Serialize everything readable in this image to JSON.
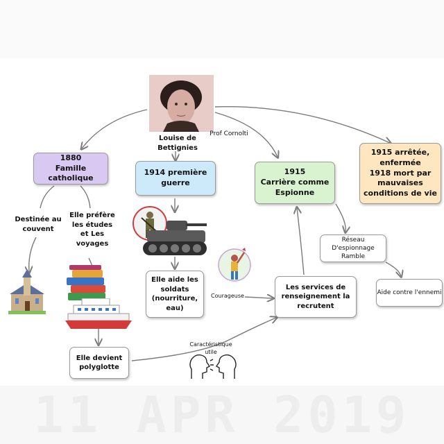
{
  "colors": {
    "node_purple": "#d9c8f2",
    "node_blue": "#cdeafa",
    "node_green": "#d9f2d0",
    "node_orange": "#fde6c0",
    "arrow": "#7a7a7a"
  },
  "portrait": {
    "icon": "portrait-photo-icon",
    "caption": "Prof Cornolti"
  },
  "center_label": "Louise de\nBettignies",
  "nodes": {
    "n1880": "1880\nFamille catholique",
    "n1914": "1914 première\nguerre",
    "n1915": "1915\nCarrière comme\nEspionne",
    "n1915b": "1915 arrêtée,\nenfermée\n1918 mort par\nmauvaises\nconditions de vie",
    "reseau": "Réseau D'espionnage\nRamble",
    "aide_ennemi": "Aide contre l'ennemi",
    "aide_soldats": "Elle aide les\nsoldats\n(nourriture,\neau)",
    "services": "Les services de\nrenseignement la\nrecrutent",
    "polyglotte": "Elle devient\npolyglotte"
  },
  "labels": {
    "destinee": "Destinée au\ncouvent",
    "prefere": "Elle préfère\nles études\net Les\nvoyages",
    "courageuse": "Courageuse",
    "caracteristique": "Caractéristique\nutile"
  },
  "icons": [
    "church-icon",
    "books-icon",
    "ship-icon",
    "soldier-icon",
    "tank-icon",
    "woman-shouting-icon",
    "talking-heads-icon"
  ],
  "watermark": "11 APR 2019"
}
